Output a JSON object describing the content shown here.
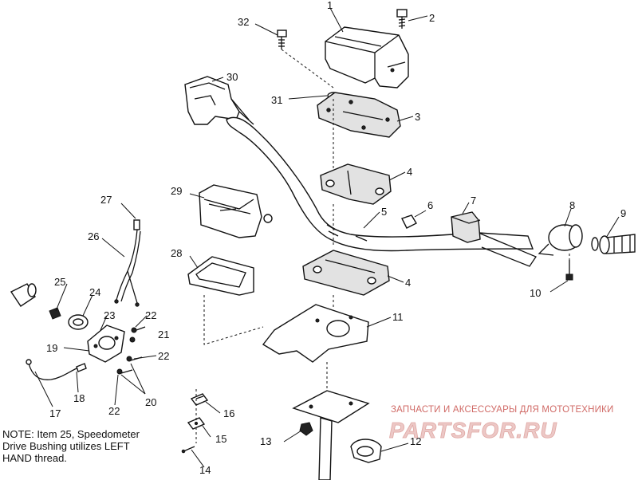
{
  "callouts": {
    "c1": "1",
    "c2": "2",
    "c3": "3",
    "c4a": "4",
    "c4b": "4",
    "c5": "5",
    "c6": "6",
    "c7": "7",
    "c8": "8",
    "c9": "9",
    "c10": "10",
    "c11": "11",
    "c12": "12",
    "c13": "13",
    "c14": "14",
    "c15": "15",
    "c16": "16",
    "c17": "17",
    "c18": "18",
    "c19": "19",
    "c20": "20",
    "c21": "21",
    "c22a": "22",
    "c22b": "22",
    "c22c": "22",
    "c23": "23",
    "c24": "24",
    "c25": "25",
    "c26": "26",
    "c27": "27",
    "c28": "28",
    "c29": "29",
    "c30": "30",
    "c31": "31",
    "c32": "32"
  },
  "note": {
    "line1": "NOTE: Item 25, Speedometer",
    "line2": "Drive Bushing utilizes LEFT",
    "line3": "HAND thread."
  },
  "watermark": {
    "subtitle": "ЗАПЧАСТИ И АКСЕССУАРЫ ДЛЯ МОТОТЕХНИКИ",
    "logo": "PARTSFOR.RU"
  }
}
